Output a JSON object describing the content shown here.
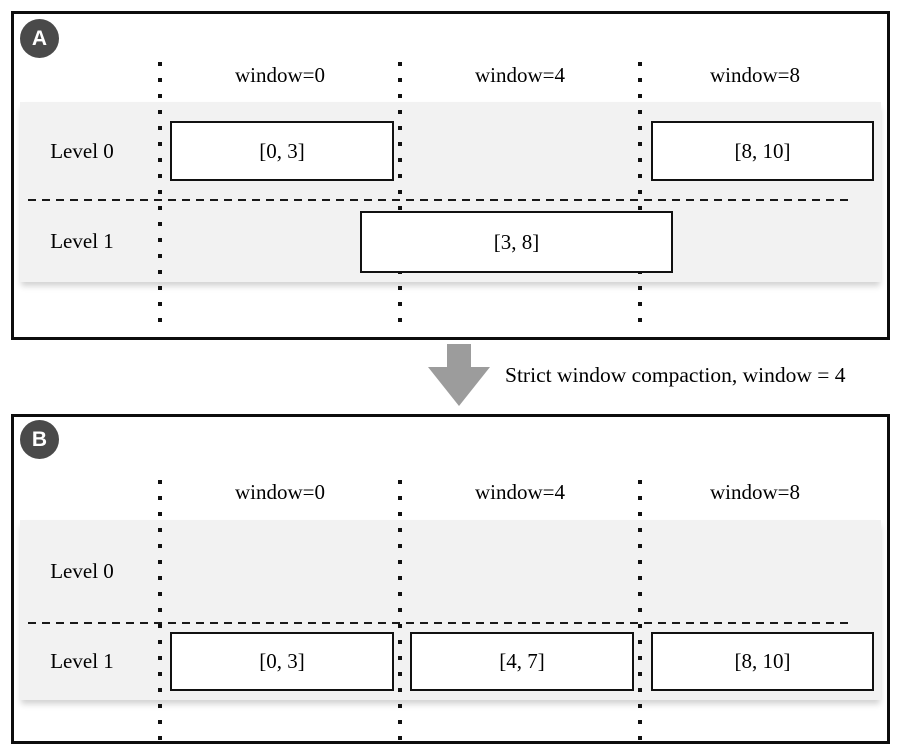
{
  "figure": {
    "caption_arrow": "Strict window compaction, window = 4"
  },
  "panels": [
    {
      "badge": "A",
      "columns": [
        {
          "label": "window=0"
        },
        {
          "label": "window=4"
        },
        {
          "label": "window=8"
        }
      ],
      "levels": [
        {
          "label": "Level 0"
        },
        {
          "label": "Level 1"
        }
      ],
      "boxes": [
        {
          "label": "[0, 3]",
          "level": "Level 0",
          "column": "window=0"
        },
        {
          "label": "[8, 10]",
          "level": "Level 0",
          "column": "window=8"
        },
        {
          "label": "[3, 8]",
          "level": "Level 1",
          "column": "spans window=0 to window=8"
        }
      ]
    },
    {
      "badge": "B",
      "columns": [
        {
          "label": "window=0"
        },
        {
          "label": "window=4"
        },
        {
          "label": "window=8"
        }
      ],
      "levels": [
        {
          "label": "Level 0"
        },
        {
          "label": "Level 1"
        }
      ],
      "boxes": [
        {
          "label": "[0, 3]",
          "level": "Level 1",
          "column": "window=0"
        },
        {
          "label": "[4, 7]",
          "level": "Level 1",
          "column": "window=4"
        },
        {
          "label": "[8, 10]",
          "level": "Level 1",
          "column": "window=8"
        }
      ]
    }
  ],
  "colors": {
    "panel_border": "#0d0d0d",
    "band_fill": "#f2f2f2",
    "badge_fill": "#4a4a4a",
    "badge_text": "#ffffff",
    "arrow_fill": "#9c9c9c",
    "text": "#000000"
  }
}
